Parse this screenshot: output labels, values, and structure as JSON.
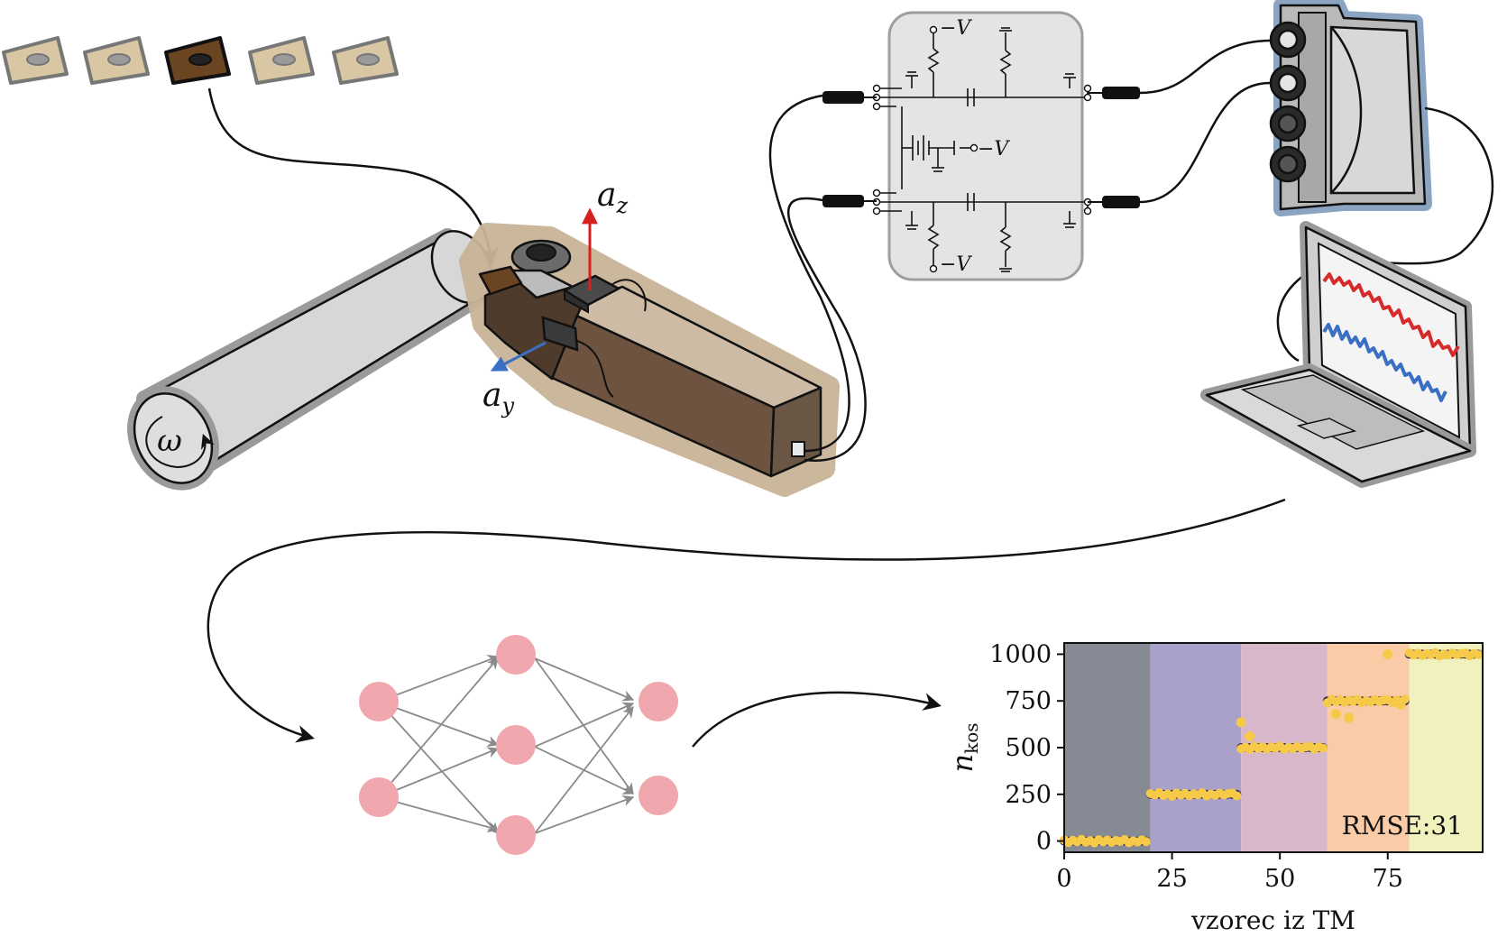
{
  "labels": {
    "omega": "ω",
    "az_base": "a",
    "az_sub": "z",
    "ay_base": "a",
    "ay_sub": "y",
    "minus_v": "−V"
  },
  "colors": {
    "insert_light": "#d9c6a3",
    "insert_dark": "#6b4421",
    "tool_body": "#6e5440",
    "tool_light": "#cdbba6",
    "tool_halo": "#c8b497",
    "cylinder": "#d6d6d6",
    "circuit_bg": "#e4e4e4",
    "daq_halo": "#8aa4c2",
    "signal_red": "#d62b2b",
    "signal_blue": "#3a6fc4",
    "node_pink": "#f0a7ae",
    "arrow_red": "#d62020",
    "arrow_blue": "#3a6fc4",
    "scatter_yellow": "#f7c948",
    "scatter_dark": "#2a2f55"
  },
  "chart_data": {
    "type": "scatter",
    "xlabel": "vzorec iz TM",
    "ylabel_base": "n",
    "ylabel_sub": "kos",
    "xlim": [
      0,
      97
    ],
    "ylim": [
      -60,
      1060
    ],
    "xticks": [
      "0",
      "25",
      "50",
      "75"
    ],
    "xtick_values": [
      0,
      25,
      50,
      75
    ],
    "yticks": [
      "0",
      "250",
      "500",
      "750",
      "1000"
    ],
    "ytick_values": [
      0,
      250,
      500,
      750,
      1000
    ],
    "annotation": "RMSE:31",
    "bands": [
      {
        "from": 0,
        "to": 20,
        "color": "#858a94"
      },
      {
        "from": 20,
        "to": 41,
        "color": "#aaa1cb"
      },
      {
        "from": 41,
        "to": 61,
        "color": "#d7b7c9"
      },
      {
        "from": 61,
        "to": 80,
        "color": "#f9cba7"
      },
      {
        "from": 80,
        "to": 97,
        "color": "#f1f1be"
      }
    ],
    "segments": [
      {
        "from": 0,
        "to": 19,
        "true_value": 0
      },
      {
        "from": 20,
        "to": 40,
        "true_value": 250
      },
      {
        "from": 41,
        "to": 60,
        "true_value": 500
      },
      {
        "from": 61,
        "to": 79,
        "true_value": 750
      },
      {
        "from": 80,
        "to": 96,
        "true_value": 1000
      }
    ],
    "outliers": [
      {
        "x": 41,
        "y": 635
      },
      {
        "x": 43,
        "y": 560
      },
      {
        "x": 63,
        "y": 680
      },
      {
        "x": 66,
        "y": 660
      },
      {
        "x": 75,
        "y": 1000
      },
      {
        "x": 78,
        "y": 730
      }
    ]
  }
}
